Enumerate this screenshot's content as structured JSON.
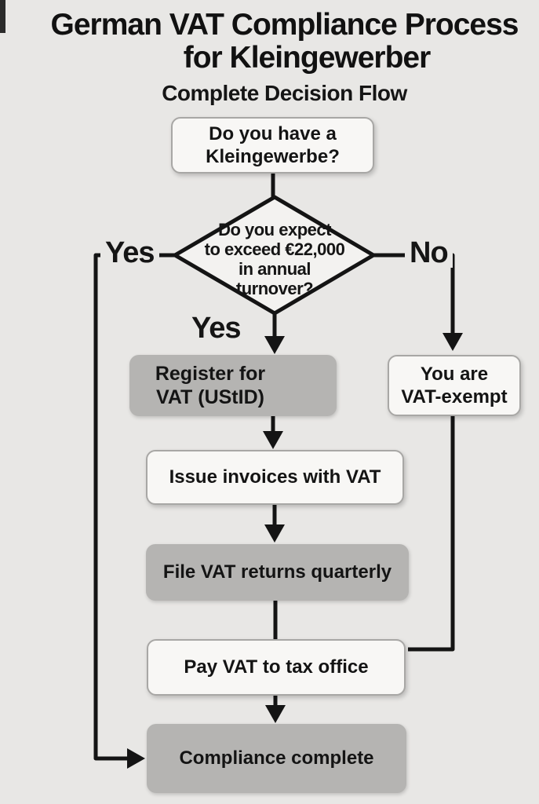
{
  "page": {
    "title_line1": "German VAT Compliance Process",
    "title_line2": "for Kleingewerber",
    "subtitle": "Complete Decision Flow",
    "colors": {
      "background": "#e8e7e5",
      "box_white": "#f8f7f5",
      "box_gray": "#b5b4b2",
      "diamond_fill": "#f3f2f0",
      "line": "#141414",
      "text": "#151515"
    }
  },
  "flowchart": {
    "nodes": {
      "start": {
        "label": "Do you have a\nKleingewerbe?",
        "style": "white"
      },
      "decision": {
        "label": "Do you expect\nto exceed €22,000\nin annual\nturnover?",
        "style": "diamond"
      },
      "register": {
        "label": "Register for\nVAT (UStID)",
        "style": "gray"
      },
      "exempt": {
        "label": "You are\nVAT-exempt",
        "style": "white"
      },
      "invoices": {
        "label": "Issue invoices with VAT",
        "style": "white"
      },
      "returns": {
        "label": "File VAT returns quarterly",
        "style": "gray"
      },
      "pay": {
        "label": "Pay VAT to tax office",
        "style": "white"
      },
      "complete": {
        "label": "Compliance complete",
        "style": "gray"
      }
    },
    "labels": {
      "yes_left": "Yes",
      "yes_down": "Yes",
      "no_right": "No"
    }
  }
}
